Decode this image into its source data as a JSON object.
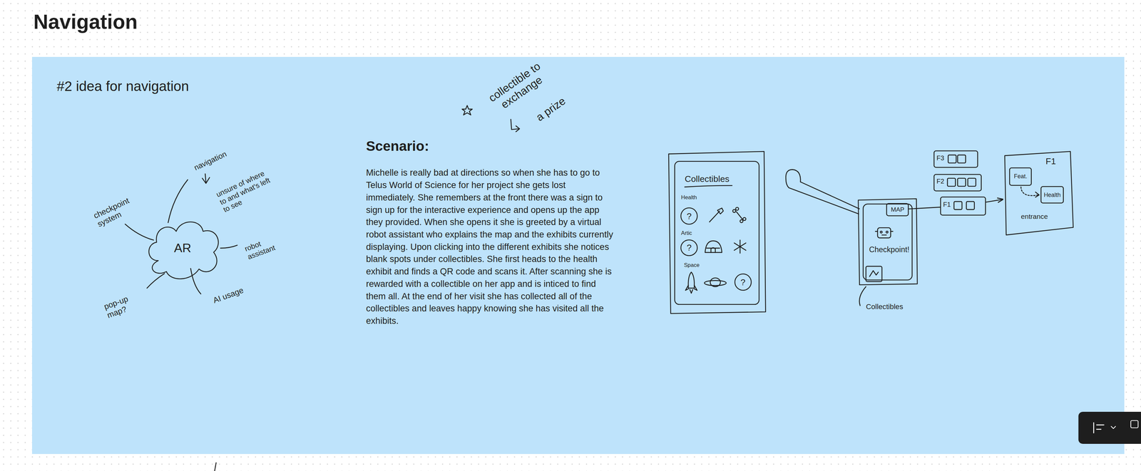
{
  "diagram": {
    "title": "Navigation",
    "nodes": [
      {
        "text": [
          "#2 idea for navigation"
        ]
      },
      {
        "text": [
          "AR"
        ],
        "in": 0
      },
      {
        "text": [
          "Collectibles",
          "Health",
          "Artic",
          "Space"
        ],
        "in": 0
      },
      {
        "text": [
          "?"
        ],
        "in": 2
      },
      {
        "text": [
          "?"
        ],
        "in": 2
      },
      {
        "text": [
          "?"
        ],
        "in": 2
      },
      {
        "text": [
          "Checkpoint!"
        ],
        "in": 0
      },
      {
        "text": [
          "MAP"
        ],
        "in": 6
      },
      {
        "text": [
          "F3"
        ],
        "in": 0
      },
      {
        "text": [
          "F2"
        ],
        "in": 0
      },
      {
        "text": [
          "F1"
        ],
        "in": 0
      },
      {
        "text": [
          "F1",
          "entrance"
        ],
        "in": 0
      },
      {
        "text": [
          "Feat."
        ],
        "in": 11
      },
      {
        "text": [
          "Health"
        ],
        "in": 11
      }
    ],
    "edges": [
      {
        "from": 7,
        "to": 10,
        "arrow": "none"
      },
      {
        "from": 10,
        "to": 11,
        "arrow": "to"
      }
    ],
    "labels": [
      "checkpoint system",
      "navigation",
      "unsure of where to and what's left to see",
      "robot assistant",
      "AI usage",
      "pop-up map?",
      "collectible to exchange",
      "a prize",
      "Scenario:",
      "Michelle is really bad at directions so when she has to go to Telus World of Science for her project she gets lost immediately. She remembers at the front there was a sign to sign up for the interactive experience and opens up the app they provided. When she opens it she is greeted by a virtual robot assistant who explains the map and the exhibits currently displaying. Upon clicking into the different exhibits she notices blank spots under collectibles. She first heads to the health exhibit and finds a QR code and scans it. After scanning she is rewarded with a collectible on her app and is inticed to find them all. At the end of her visit she has collected all of the collectibles and leaves happy knowing she has visited all the exhibits.",
      "Collectibles"
    ]
  }
}
